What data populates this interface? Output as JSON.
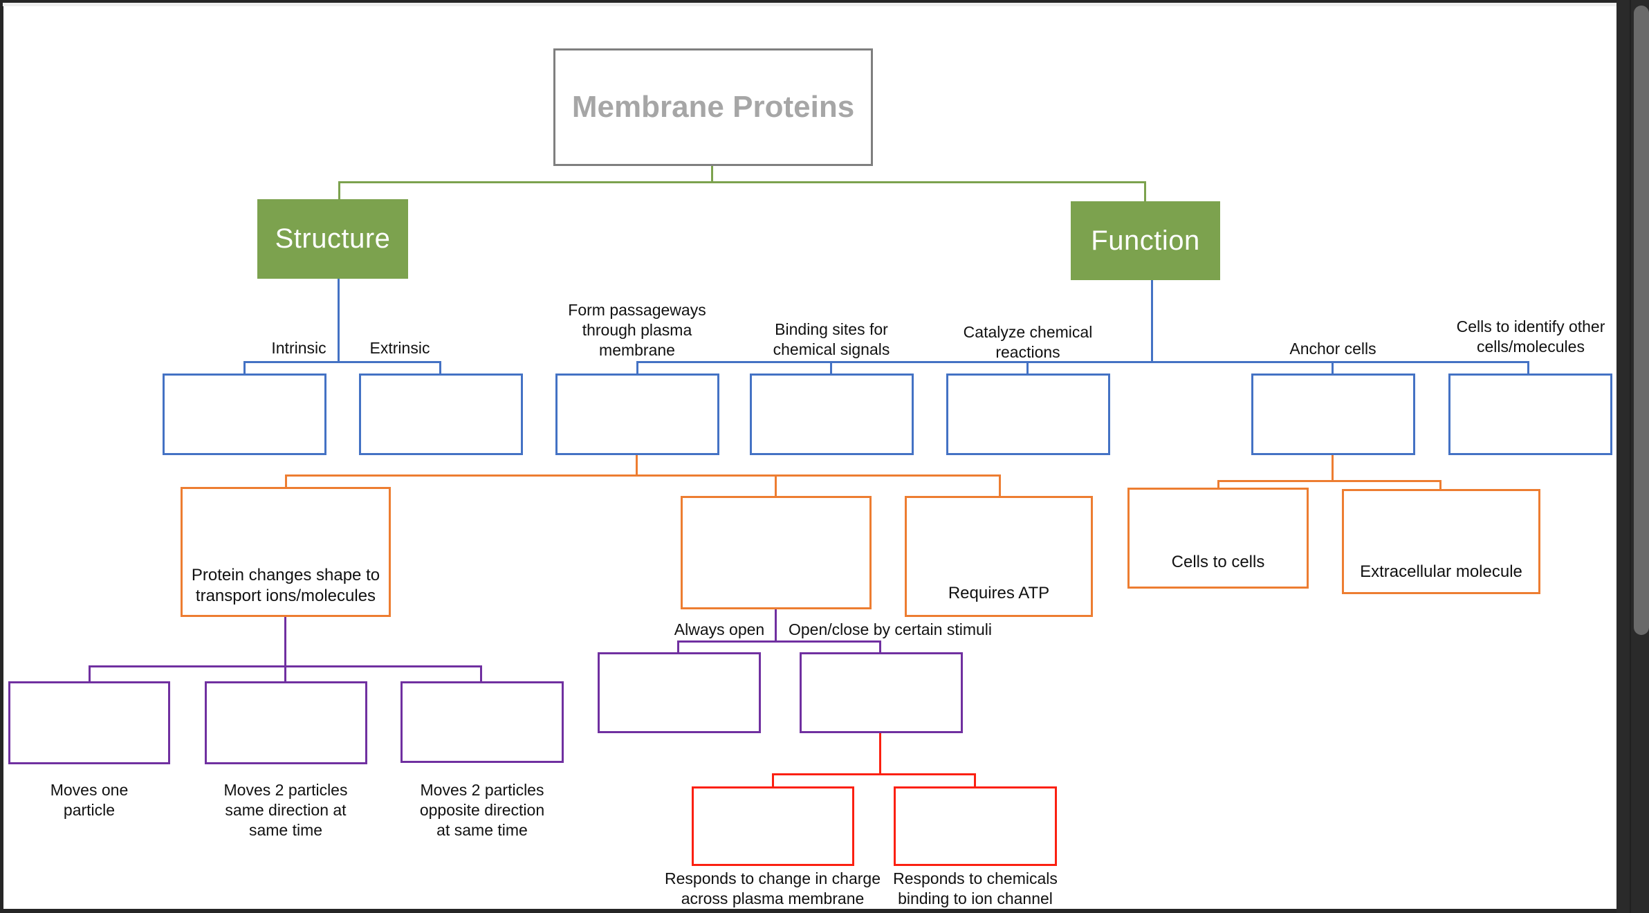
{
  "diagram_title": "Membrane Proteins concept map",
  "colors": {
    "green": "#7ca24e",
    "blue": "#4472c4",
    "orange": "#ed7d31",
    "purple": "#7030a0",
    "red": "#fb2011",
    "gray_border": "#7f7f7f",
    "gray_title_text": "#a6a6a6",
    "frame": "#262626",
    "panel": "#2a2a2a",
    "thumb": "#6a6a6a",
    "canvas": "#ffffff"
  },
  "nodes": {
    "root": "Membrane Proteins",
    "structure": "Structure",
    "function": "Function",
    "intrinsic": "Intrinsic",
    "extrinsic": "Extrinsic",
    "form_passageways": "Form passageways\nthrough plasma\nmembrane",
    "binding_sites": "Binding sites for\nchemical signals",
    "catalyze": "Catalyze chemical\nreactions",
    "anchor_cells": "Anchor cells",
    "identify_cells": "Cells to identify other\ncells/molecules",
    "protein_changes": "Protein changes shape to\ntransport ions/molecules",
    "requires_atp": "Requires ATP",
    "cells_to_cells": "Cells to cells",
    "extracellular": "Extracellular molecule",
    "always_open": "Always open",
    "open_close": "Open/close by certain stimuli",
    "moves_one": "Moves one\nparticle",
    "moves_two_same": "Moves 2 particles\nsame direction at\nsame time",
    "moves_two_opposite": "Moves 2 particles\nopposite direction\nat same time",
    "responds_charge": "Responds to change in charge\nacross plasma membrane",
    "responds_chemicals": "Responds to chemicals\nbinding to ion channel"
  }
}
